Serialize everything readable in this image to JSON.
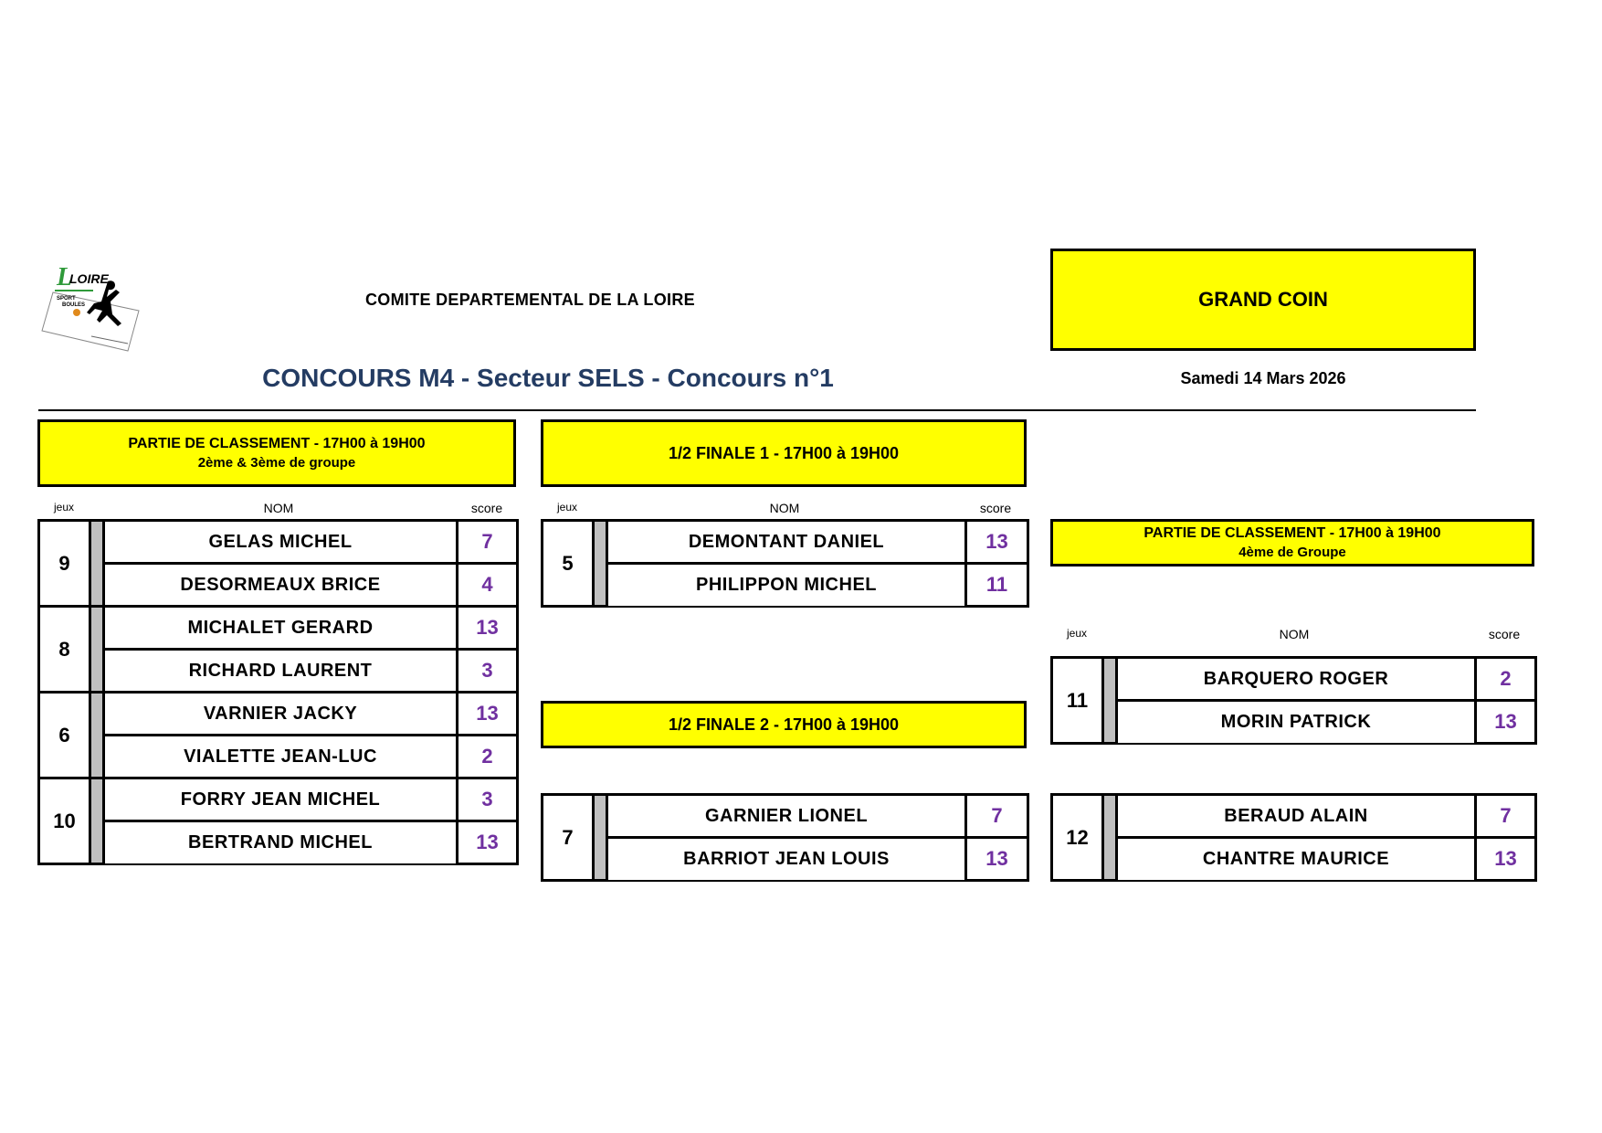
{
  "header": {
    "logo": {
      "main": "LOIRE",
      "line1": "SPORT",
      "line2": "BOULES"
    },
    "comite": "COMITE DEPARTEMENTAL DE LA LOIRE",
    "venue": "GRAND COIN",
    "title": "CONCOURS M4 - Secteur SELS - Concours n°1",
    "date": "Samedi 14 Mars 2026"
  },
  "colors": {
    "banner": "#ffff00",
    "title": "#243c63",
    "score": "#7030a0",
    "separator": "#c0c0c0"
  },
  "columns": {
    "jeux": "jeux",
    "nom": "NOM",
    "score": "score"
  },
  "classement": {
    "title": "PARTIE DE CLASSEMENT - 17H00 à 19H00",
    "subtitle": "2ème & 3ème de groupe",
    "matches": [
      {
        "jeu": "9",
        "teams": [
          {
            "name": "GELAS MICHEL",
            "score": "7"
          },
          {
            "name": "DESORMEAUX BRICE",
            "score": "4"
          }
        ]
      },
      {
        "jeu": "8",
        "teams": [
          {
            "name": "MICHALET GERARD",
            "score": "13"
          },
          {
            "name": "RICHARD LAURENT",
            "score": "3"
          }
        ]
      },
      {
        "jeu": "6",
        "teams": [
          {
            "name": "VARNIER JACKY",
            "score": "13"
          },
          {
            "name": "VIALETTE JEAN-LUC",
            "score": "2"
          }
        ]
      },
      {
        "jeu": "10",
        "teams": [
          {
            "name": "FORRY JEAN MICHEL",
            "score": "3"
          },
          {
            "name": "BERTRAND MICHEL",
            "score": "13"
          }
        ]
      }
    ]
  },
  "semi1": {
    "title": "1/2 FINALE 1 - 17H00 à 19H00",
    "match": {
      "jeu": "5",
      "teams": [
        {
          "name": "DEMONTANT DANIEL",
          "score": "13"
        },
        {
          "name": "PHILIPPON MICHEL",
          "score": "11"
        }
      ]
    }
  },
  "semi2": {
    "title": "1/2 FINALE 2 - 17H00 à 19H00",
    "match": {
      "jeu": "7",
      "teams": [
        {
          "name": "GARNIER LIONEL",
          "score": "7"
        },
        {
          "name": "BARRIOT JEAN LOUIS",
          "score": "13"
        }
      ]
    }
  },
  "classement4": {
    "title": "PARTIE DE CLASSEMENT - 17H00 à 19H00",
    "subtitle": "4ème de Groupe",
    "matches": [
      {
        "jeu": "11",
        "teams": [
          {
            "name": "BARQUERO ROGER",
            "score": "2"
          },
          {
            "name": "MORIN PATRICK",
            "score": "13"
          }
        ]
      },
      {
        "jeu": "12",
        "teams": [
          {
            "name": "BERAUD ALAIN",
            "score": "7"
          },
          {
            "name": "CHANTRE MAURICE",
            "score": "13"
          }
        ]
      }
    ]
  }
}
